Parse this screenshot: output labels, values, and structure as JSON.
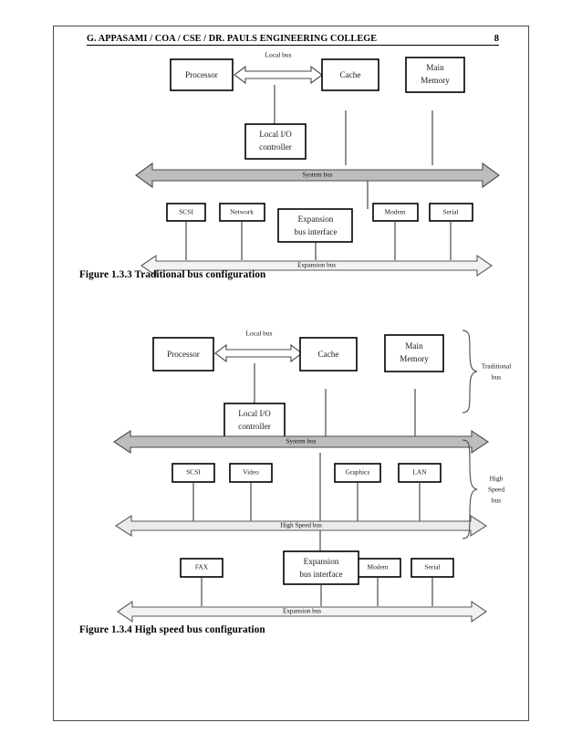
{
  "header": {
    "title": "G. APPASAMI / COA / CSE / DR. PAULS ENGINEERING COLLEGE",
    "page_number": "8"
  },
  "figures": [
    {
      "id": "traditional",
      "caption": "Figure 1.3.3 Traditional bus configuration",
      "top_nodes": [
        {
          "label_line1": "Processor",
          "label_line2": ""
        },
        {
          "label_line1": "Cache",
          "label_line2": ""
        },
        {
          "label_line1": "Main",
          "label_line2": "Memory"
        }
      ],
      "io_node": {
        "label_line1": "Local I/O",
        "label_line2": "controller"
      },
      "local_bus_label": "Local bus",
      "system_bus_label": "System bus",
      "expansion_bus_label": "Expansion bus",
      "device_nodes": [
        {
          "label": "SCSI"
        },
        {
          "label": "Network"
        },
        {
          "label": "Modem"
        },
        {
          "label": "Serial"
        }
      ],
      "interface_node": {
        "label_line1": "Expansion",
        "label_line2": "bus interface"
      }
    },
    {
      "id": "highspeed",
      "caption": "Figure 1.3.4 High speed bus configuration",
      "top_nodes": [
        {
          "label_line1": "Processor",
          "label_line2": ""
        },
        {
          "label_line1": "Cache",
          "label_line2": ""
        },
        {
          "label_line1": "Main",
          "label_line2": "Memory"
        }
      ],
      "io_node": {
        "label_line1": "Local I/O",
        "label_line2": "controller"
      },
      "local_bus_label": "Local bus",
      "system_bus_label": "System bus",
      "high_speed_bus_label": "High Speed bus",
      "expansion_bus_label": "Expansion bus",
      "high_speed_devices": [
        {
          "label": "SCSI"
        },
        {
          "label": "Video"
        },
        {
          "label": "Graphics"
        },
        {
          "label": "LAN"
        }
      ],
      "expansion_devices": [
        {
          "label": "FAX"
        },
        {
          "label": "Modem"
        },
        {
          "label": "Serial"
        }
      ],
      "interface_node": {
        "label_line1": "Expansion",
        "label_line2": "bus interface"
      },
      "braces": [
        {
          "line1": "Traditional",
          "line2": "bus",
          "line3": ""
        },
        {
          "line1": "High",
          "line2": "Speed",
          "line3": "bus"
        }
      ]
    }
  ],
  "colors": {
    "system_bus_fill": "#bdbdbd",
    "expansion_bus_fill": "#f2f2f2",
    "high_speed_bus_fill": "#ebebeb",
    "box_stroke": "#000000",
    "page_border": "#4a4a4a"
  }
}
